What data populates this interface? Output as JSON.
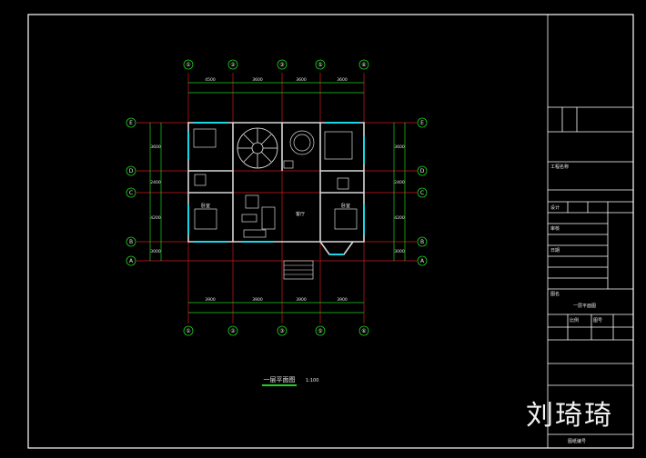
{
  "grid": {
    "columns": [
      "①",
      "②",
      "③",
      "⑤",
      "⑥"
    ],
    "rows": [
      "E",
      "D",
      "C",
      "B",
      "A"
    ]
  },
  "dimensions": {
    "top": [
      "4500",
      "3600",
      "3600",
      "3600"
    ],
    "bottom": [
      "3900",
      "3900",
      "3900",
      "3900"
    ],
    "left": [
      "3600",
      "2400",
      "4200",
      "3000"
    ],
    "right": [
      "3600",
      "2400",
      "4200",
      "3000"
    ]
  },
  "rooms": {
    "living": "客厅",
    "bedroom_left": "卧室",
    "bedroom_right": "卧室"
  },
  "plan_title": "一层平面图",
  "plan_scale": "1:100",
  "title_block": {
    "drawing_name_label": "图名",
    "drawing_name": "一层平面图",
    "project_label": "工程名称",
    "designer_label": "设计",
    "checker_label": "审核",
    "date_label": "日期",
    "scale_label": "比例",
    "sheet_label": "图号",
    "footer": "图纸编号"
  },
  "signature": "刘琦琦",
  "colors": {
    "frame": "#ffffff",
    "grid_line": "#d11a1a",
    "dimension": "#1fd11f",
    "wall": "#d8d8d8",
    "window": "#18d8e8",
    "text": "#e8e8e8"
  }
}
